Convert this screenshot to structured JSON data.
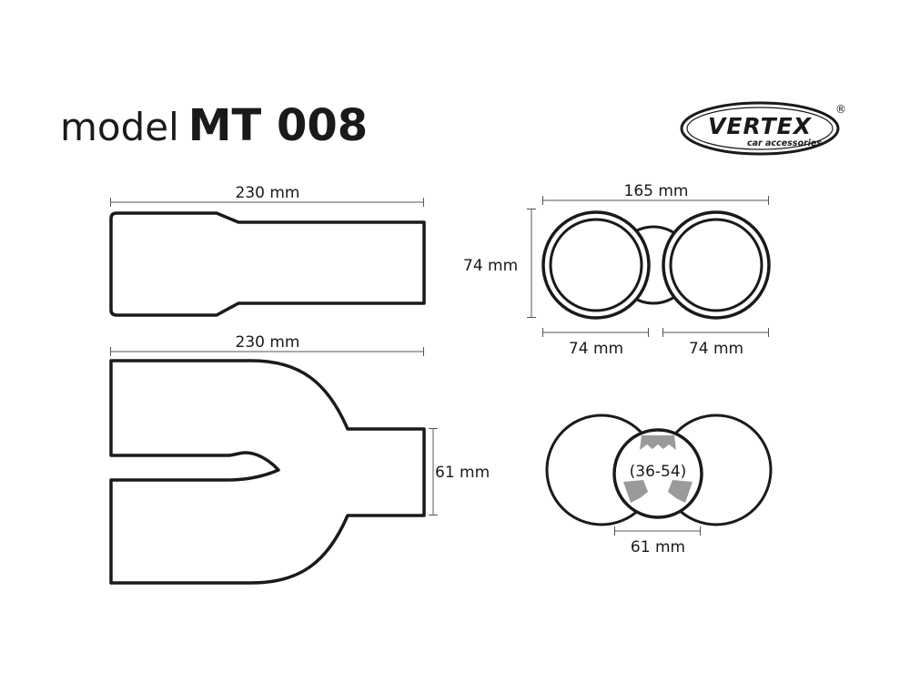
{
  "title": {
    "prefix": "model",
    "model": "MT 008"
  },
  "logo": {
    "brand": "VERTEX",
    "tagline": "car accessories",
    "registered": "®"
  },
  "dimensions": {
    "single_tip_length": "230 mm",
    "double_tip_length": "230 mm",
    "inlet_height": "61 mm",
    "total_width": "165 mm",
    "outlet_height": "74 mm",
    "outlet_left_width": "74 mm",
    "outlet_right_width": "74 mm",
    "inlet_range": "(36-54)",
    "inlet_width": "61 mm"
  },
  "colors": {
    "line": "#1a1a1a",
    "dimension": "#555555",
    "clamp": "#9a9a9a"
  }
}
